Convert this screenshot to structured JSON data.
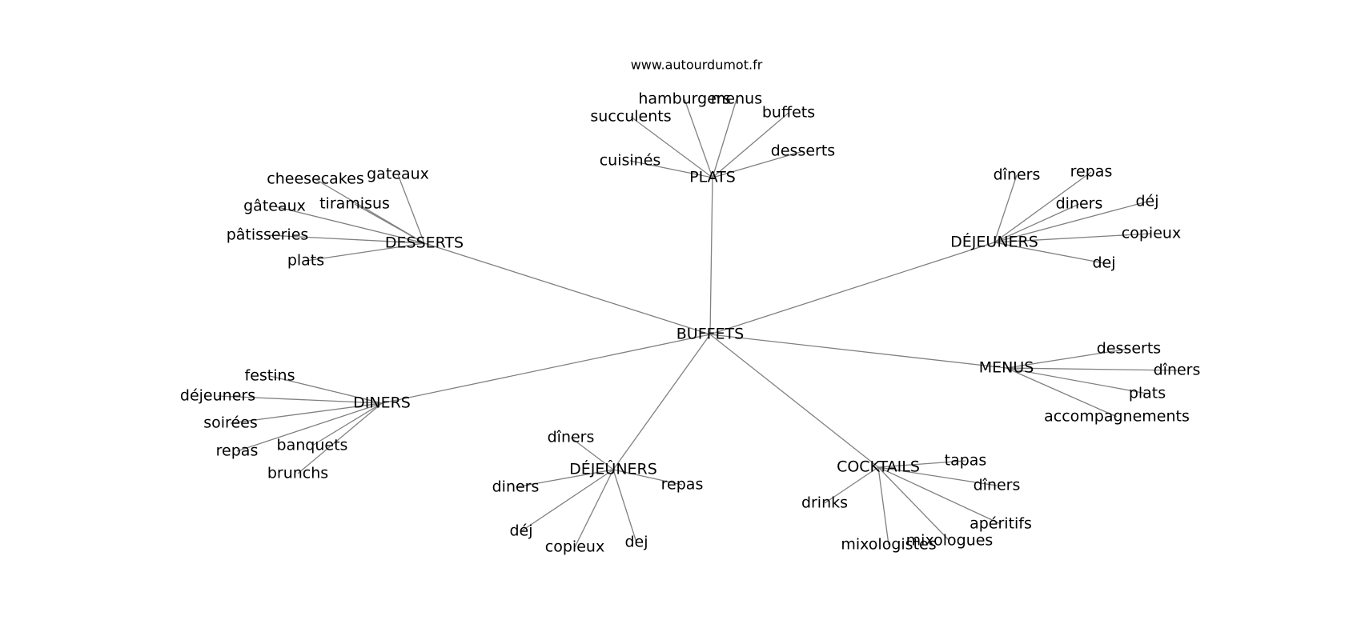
{
  "source": "www.autourdumot.fr",
  "colors": {
    "edge": "#808080",
    "text": "#000000",
    "background": "#ffffff"
  },
  "graph": {
    "root": "BUFFETS",
    "branches": [
      {
        "id": "plats",
        "label": "PLATS",
        "words": [
          "hamburgers",
          "menus",
          "succulents",
          "buffets",
          "cuisinés",
          "desserts"
        ]
      },
      {
        "id": "desserts",
        "label": "DESSERTS",
        "words": [
          "gateaux",
          "cheesecakes",
          "tiramisus",
          "gâteaux",
          "pâtisseries",
          "plats"
        ]
      },
      {
        "id": "dejeuners-top",
        "label": "DÉJEUNERS",
        "words": [
          "dîners",
          "repas",
          "diners",
          "déj",
          "copieux",
          "dej"
        ]
      },
      {
        "id": "menus",
        "label": "MENUS",
        "words": [
          "desserts",
          "dîners",
          "plats",
          "accompagnements"
        ]
      },
      {
        "id": "diners",
        "label": "DINERS",
        "words": [
          "festins",
          "déjeuners",
          "soirées",
          "repas",
          "banquets",
          "brunchs"
        ]
      },
      {
        "id": "dejeuners-bottom",
        "label": "DÉJEÛNERS",
        "words": [
          "dîners",
          "diners",
          "déj",
          "copieux",
          "repas",
          "dej"
        ]
      },
      {
        "id": "cocktails",
        "label": "COCKTAILS",
        "words": [
          "tapas",
          "dîners",
          "drinks",
          "apéritifs",
          "mixologistes",
          "mixologues"
        ]
      }
    ]
  }
}
